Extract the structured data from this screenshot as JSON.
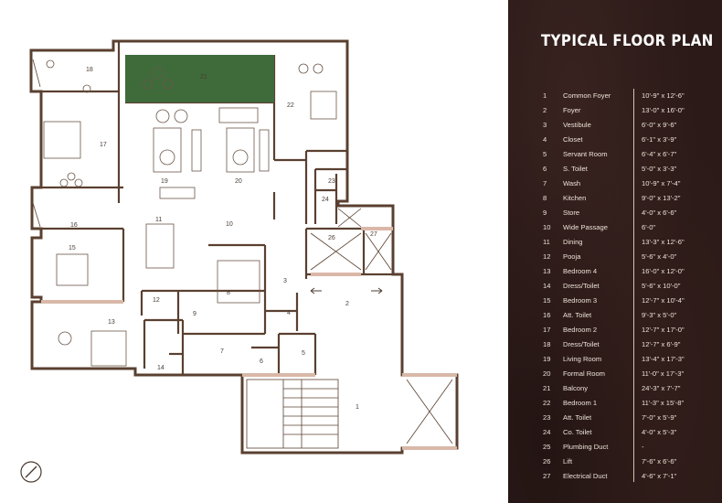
{
  "panel": {
    "title": "TYPICAL  FLOOR PLAN"
  },
  "rooms": [
    {
      "num": "1",
      "name": "Common Foyer",
      "dim": "10'-9\" x 12'-6\""
    },
    {
      "num": "2",
      "name": "Foyer",
      "dim": "13'-0\" x 16'-0\""
    },
    {
      "num": "3",
      "name": "Vestibule",
      "dim": "6'-0\" x 9'-6\""
    },
    {
      "num": "4",
      "name": "Closet",
      "dim": "6'-1\" x 3'-9\""
    },
    {
      "num": "5",
      "name": "Servant Room",
      "dim": "6'-4\" x 6'-7\""
    },
    {
      "num": "6",
      "name": "S. Toilet",
      "dim": "5'-0\" x 3'-3\""
    },
    {
      "num": "7",
      "name": "Wash",
      "dim": "10'-9\" x 7'-4\""
    },
    {
      "num": "8",
      "name": "Kitchen",
      "dim": "9'-0\" x 13'-2\""
    },
    {
      "num": "9",
      "name": "Store",
      "dim": "4'-0\" x 6'-6\""
    },
    {
      "num": "10",
      "name": "Wide Passage",
      "dim": "6'-0\""
    },
    {
      "num": "11",
      "name": "Dining",
      "dim": "13'-3\" x 12'-6\""
    },
    {
      "num": "12",
      "name": "Pooja",
      "dim": "5'-6\" x 4'-0\""
    },
    {
      "num": "13",
      "name": "Bedroom 4",
      "dim": "16'-0\" x 12'-0\""
    },
    {
      "num": "14",
      "name": "Dress/Toilet",
      "dim": "5'-6\" x 10'-0\""
    },
    {
      "num": "15",
      "name": "Bedroom 3",
      "dim": "12'-7\" x 10'-4\""
    },
    {
      "num": "16",
      "name": "Att. Toilet",
      "dim": "9'-3\" x 5'-0\""
    },
    {
      "num": "17",
      "name": "Bedroom 2",
      "dim": "12'-7\" x 17'-0\""
    },
    {
      "num": "18",
      "name": "Dress/Toilet",
      "dim": "12'-7\" x 6'-9\""
    },
    {
      "num": "19",
      "name": "Living Room",
      "dim": "13'-4\" x 17'-3\""
    },
    {
      "num": "20",
      "name": "Formal Room",
      "dim": "11'-0\" x 17'-3\""
    },
    {
      "num": "21",
      "name": "Balcony",
      "dim": "24'-3\" x 7'-7\""
    },
    {
      "num": "22",
      "name": "Bedroom 1",
      "dim": "11'-3\" x 15'-8\""
    },
    {
      "num": "23",
      "name": "Att. Toilet",
      "dim": "7'-0\" x 5'-9\""
    },
    {
      "num": "24",
      "name": "Co. Toilet",
      "dim": "4'-0\" x 5'-3\""
    },
    {
      "num": "25",
      "name": "Plumbing Duct",
      "dim": "-"
    },
    {
      "num": "26",
      "name": "Lift",
      "dim": "7'-6\" x 6'-6\""
    },
    {
      "num": "27",
      "name": "Electrical Duct",
      "dim": "4'-6\" x 7'-1\""
    }
  ],
  "colors": {
    "wall": "#5a4030",
    "accent_wall": "#d9b8a8",
    "balcony": "#3f6b3b",
    "panel_bg": "#2b1a18"
  }
}
